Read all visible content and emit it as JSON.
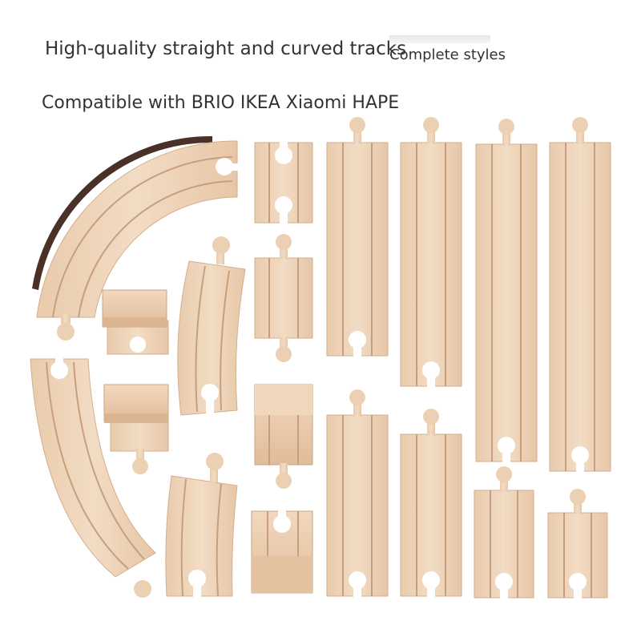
{
  "captions": {
    "headline": "High-quality straight and curved tracks",
    "styles_tag": "Complete styles",
    "compatibility": "Compatible with BRIO IKEA Xiaomi HAPE"
  },
  "colors": {
    "wood_light": "#f0d7bd",
    "wood_mid": "#e6c6a6",
    "groove": "#c89f7e",
    "dark_rail": "#4a3128",
    "text": "#333333"
  }
}
